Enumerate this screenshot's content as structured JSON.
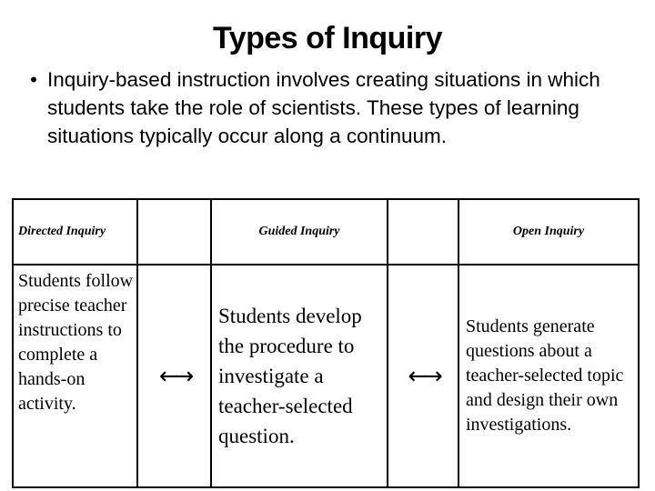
{
  "slide": {
    "title": "Types of Inquiry",
    "bullets": [
      {
        "marker": "•",
        "text": "Inquiry-based instruction involves creating situations in which students take the role of scientists. These types of learning situations typically occur along a continuum."
      }
    ]
  },
  "continuum_table": {
    "headers": {
      "directed": "Directed Inquiry",
      "arrow_a": "",
      "guided": "Guided Inquiry",
      "arrow_b": "",
      "open": "Open Inquiry"
    },
    "body": {
      "directed": "Students follow precise teacher instructions to complete a hands-on activity.",
      "arrow_a": "←→",
      "guided": "Students develop the procedure to investigate a teacher-selected question.",
      "arrow_b": "←→",
      "open": "Students generate questions about a teacher-selected topic and design their own investigations."
    }
  },
  "colors": {
    "background": "#ffffff",
    "text": "#000000",
    "table_border": "#000000"
  }
}
